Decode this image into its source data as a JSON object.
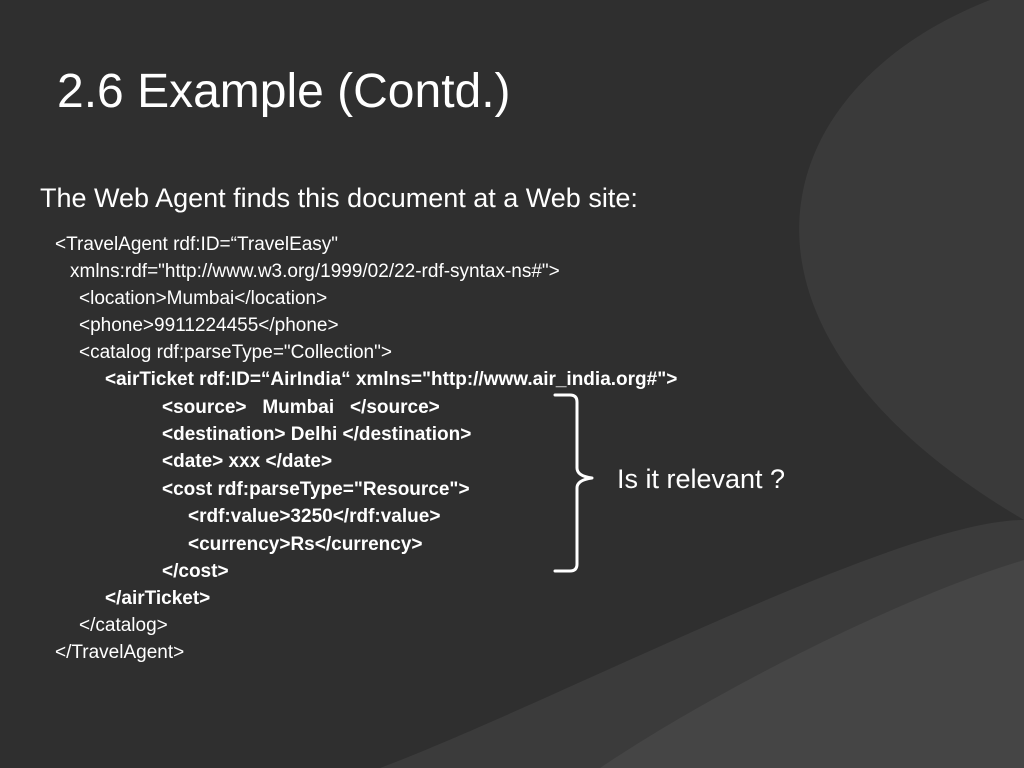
{
  "slide": {
    "title": "2.6 Example (Contd.)",
    "subtitle": "The Web Agent finds this document at a Web site:",
    "question": "Is it relevant ?",
    "code_lines": [
      "<TravelAgent rdf:ID=“TravelEasy\"",
      "xmlns:rdf=\"http://www.w3.org/1999/02/22-rdf-syntax-ns#\">",
      "<location>Mumbai</location>",
      "<phone>9911224455</phone>",
      "<catalog rdf:parseType=\"Collection\">",
      "<airTicket rdf:ID=“AirIndia“ xmlns=\"http://www.air_india.org#\">",
      "<source>   Mumbai   </source>",
      "<destination> Delhi </destination>",
      "<date> xxx </date>",
      "<cost rdf:parseType=\"Resource\">",
      "<rdf:value>3250</rdf:value>",
      "<currency>Rs</currency>",
      "</cost>",
      "</airTicket>",
      "</catalog>",
      "</TravelAgent>"
    ]
  },
  "colors": {
    "background": "#2f2f2f",
    "text": "#ffffff"
  }
}
